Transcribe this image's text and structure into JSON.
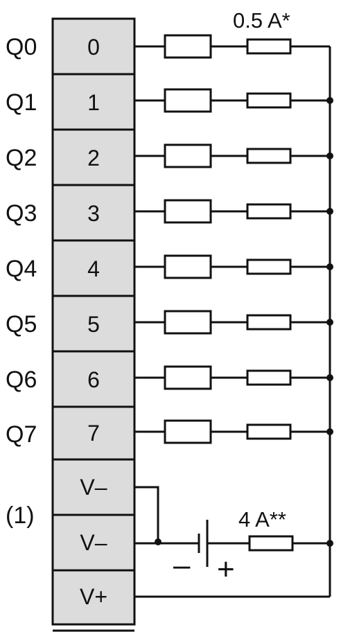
{
  "output_labels": [
    "Q0",
    "Q1",
    "Q2",
    "Q3",
    "Q4",
    "Q5",
    "Q6",
    "Q7"
  ],
  "terminals": [
    "0",
    "1",
    "2",
    "3",
    "4",
    "5",
    "6",
    "7",
    "V–",
    "V–",
    "V+"
  ],
  "note_marker": "(1)",
  "output_fuse_rating": "0.5 A*",
  "supply_fuse_rating": "4 A**",
  "battery_minus": "–",
  "battery_plus": "+",
  "colors": {
    "terminal_fill": "#dcdcdc",
    "line": "#111111"
  }
}
